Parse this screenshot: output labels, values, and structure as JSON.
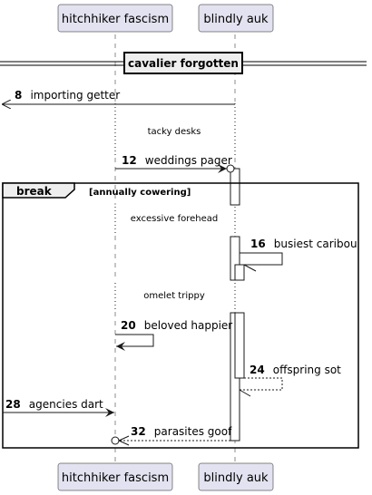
{
  "participants": [
    {
      "id": "hf",
      "label": "hitchhiker fascism"
    },
    {
      "id": "ba",
      "label": "blindly auk"
    }
  ],
  "divider": {
    "label": "cavalier forgotten"
  },
  "delays": [
    {
      "id": "d1",
      "label": "tacky desks"
    },
    {
      "id": "d2",
      "label": "excessive forehead"
    },
    {
      "id": "d3",
      "label": "omelet trippy"
    }
  ],
  "frame": {
    "kind": "break",
    "guard": "[annually cowering]"
  },
  "messages": [
    {
      "id": "m8",
      "num": "8",
      "label": "importing getter"
    },
    {
      "id": "m12",
      "num": "12",
      "label": "weddings pager"
    },
    {
      "id": "m16",
      "num": "16",
      "label": "busiest caribou"
    },
    {
      "id": "m20",
      "num": "20",
      "label": "beloved happier"
    },
    {
      "id": "m24",
      "num": "24",
      "label": "offspring sot"
    },
    {
      "id": "m28",
      "num": "28",
      "label": "agencies dart"
    },
    {
      "id": "m32",
      "num": "32",
      "label": "parasites goof"
    }
  ]
}
